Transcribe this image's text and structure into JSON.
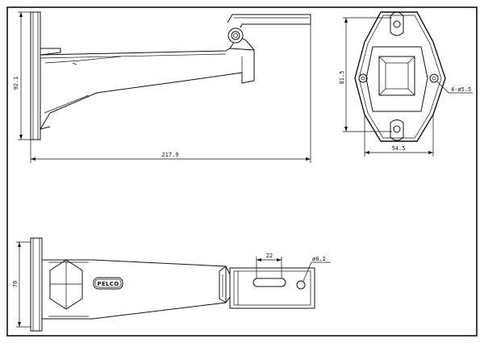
{
  "dimensions": {
    "height_side": "92.1",
    "length_total": "217.9",
    "plate_height": "81.5",
    "plate_width": "54.5",
    "mount_holes": "4-ø5.5",
    "base_height_top": "70",
    "slot_length": "22",
    "hole_diameter": "ø6.2"
  },
  "brand_label": "PELCO"
}
